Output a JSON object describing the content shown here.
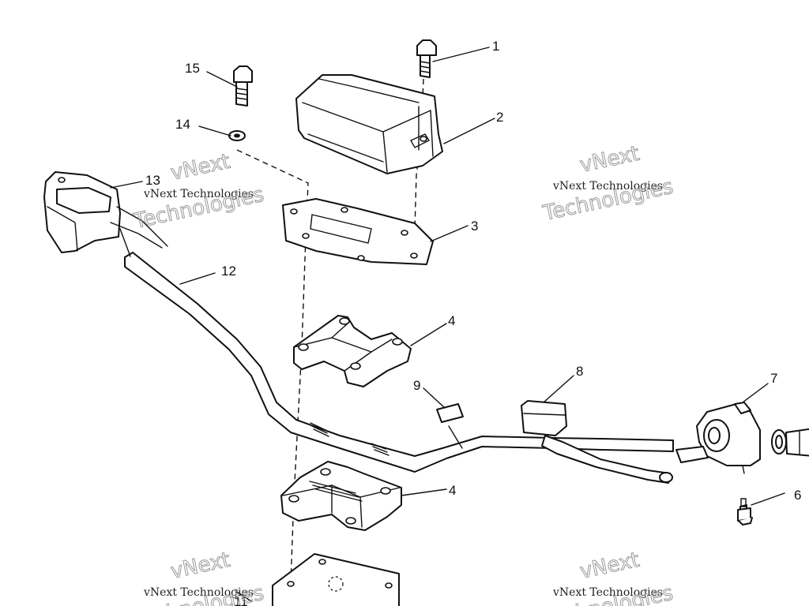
{
  "callouts": [
    {
      "id": "1",
      "label": "1"
    },
    {
      "id": "2",
      "label": "2"
    },
    {
      "id": "3",
      "label": "3"
    },
    {
      "id": "4a",
      "label": "4"
    },
    {
      "id": "4b",
      "label": "4"
    },
    {
      "id": "6",
      "label": "6"
    },
    {
      "id": "7",
      "label": "7"
    },
    {
      "id": "8",
      "label": "8"
    },
    {
      "id": "9",
      "label": "9"
    },
    {
      "id": "11",
      "label": "11"
    },
    {
      "id": "12",
      "label": "12"
    },
    {
      "id": "13",
      "label": "13"
    },
    {
      "id": "14",
      "label": "14"
    },
    {
      "id": "15",
      "label": "15"
    }
  ],
  "watermark": {
    "line1": "vNext Technologies",
    "line2a": "vNext",
    "line2b": "Technologies"
  }
}
